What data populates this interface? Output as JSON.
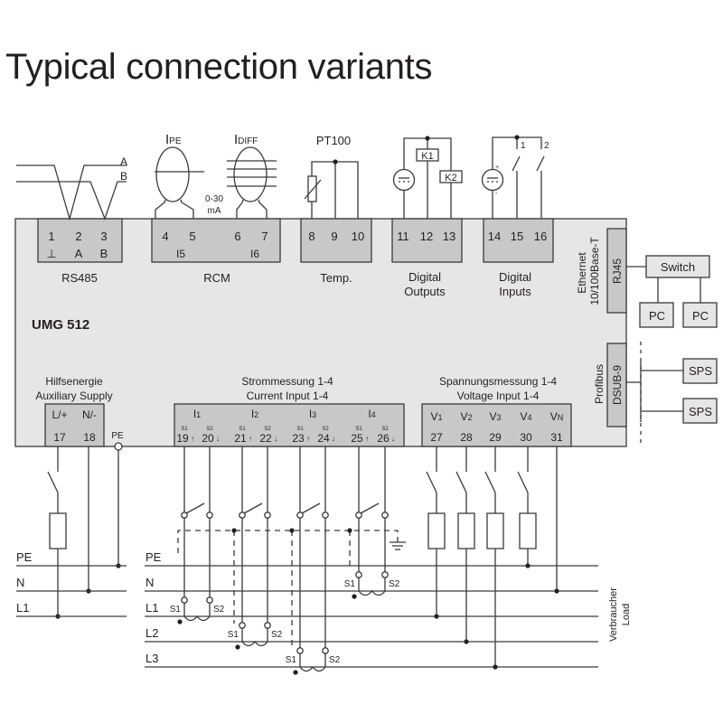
{
  "title": "Typical connection variants",
  "device": {
    "name": "UMG 512"
  },
  "colors": {
    "device_fill": "#e6e6e6",
    "terminal_fill": "#c8c8c8",
    "line": "#3a3a3a",
    "background": "#ffffff"
  },
  "rs485": {
    "label": "RS485",
    "bus_labels": [
      "A",
      "B"
    ],
    "terminals": [
      {
        "num": "1",
        "sub": "⊥"
      },
      {
        "num": "2",
        "sub": "A"
      },
      {
        "num": "3",
        "sub": "B"
      }
    ]
  },
  "rcm": {
    "label": "RCM",
    "sensor1": {
      "main": "I",
      "sub": "PE"
    },
    "sensor2": {
      "main": "I",
      "sub": "DIFF"
    },
    "range": [
      "0-30",
      "mA"
    ],
    "terminals": [
      "4",
      "5",
      "6",
      "7"
    ],
    "channels": [
      "I5",
      "I6"
    ]
  },
  "temp": {
    "label": "Temp.",
    "sensor": "PT100",
    "terminals": [
      "8",
      "9",
      "10"
    ]
  },
  "digital_outputs": {
    "label": [
      "Digital",
      "Outputs"
    ],
    "terminals": [
      "11",
      "12",
      "13"
    ],
    "relays": [
      "K1",
      "K2"
    ]
  },
  "digital_inputs": {
    "label": [
      "Digital",
      "Inputs"
    ],
    "terminals": [
      "14",
      "15",
      "16"
    ],
    "switches": [
      "1",
      "2"
    ],
    "polarity": [
      "+",
      "-"
    ]
  },
  "ethernet": {
    "label": [
      "Ethernet",
      "10/100Base-T"
    ],
    "port": "RJ45",
    "switch": "Switch",
    "clients": [
      "PC",
      "PC"
    ]
  },
  "profibus": {
    "label": "Profibus",
    "port": "DSUB-9",
    "clients": [
      "SPS",
      "SPS"
    ]
  },
  "aux_supply": {
    "label": [
      "Hilfsenergie",
      "Auxiliary Supply"
    ],
    "terminals": [
      {
        "name": "L/+",
        "num": "17"
      },
      {
        "name": "N/-",
        "num": "18"
      }
    ],
    "pe": "PE"
  },
  "current_input": {
    "label": [
      "Strommessung 1-4",
      "Current Input 1-4"
    ],
    "channels": [
      {
        "name": "I",
        "idx": "1",
        "s1": "19",
        "s2": "20"
      },
      {
        "name": "I",
        "idx": "2",
        "s1": "21",
        "s2": "22"
      },
      {
        "name": "I",
        "idx": "3",
        "s1": "23",
        "s2": "24"
      },
      {
        "name": "I",
        "idx": "4",
        "s1": "25",
        "s2": "26"
      }
    ],
    "s_labels": [
      "S1",
      "S2"
    ]
  },
  "voltage_input": {
    "label": [
      "Spannungsmessung 1-4",
      "Voltage Input 1-4"
    ],
    "channels": [
      {
        "name": "V",
        "idx": "1",
        "num": "27"
      },
      {
        "name": "V",
        "idx": "2",
        "num": "28"
      },
      {
        "name": "V",
        "idx": "3",
        "num": "29"
      },
      {
        "name": "V",
        "idx": "4",
        "num": "30"
      },
      {
        "name": "V",
        "idx": "N",
        "num": "31"
      }
    ]
  },
  "bus_left": [
    "PE",
    "N",
    "L1"
  ],
  "bus_right": [
    "PE",
    "N",
    "L1",
    "L2",
    "L3"
  ],
  "ct_labels": [
    "S1",
    "S2"
  ],
  "load": [
    "Verbraucher",
    "Load"
  ]
}
